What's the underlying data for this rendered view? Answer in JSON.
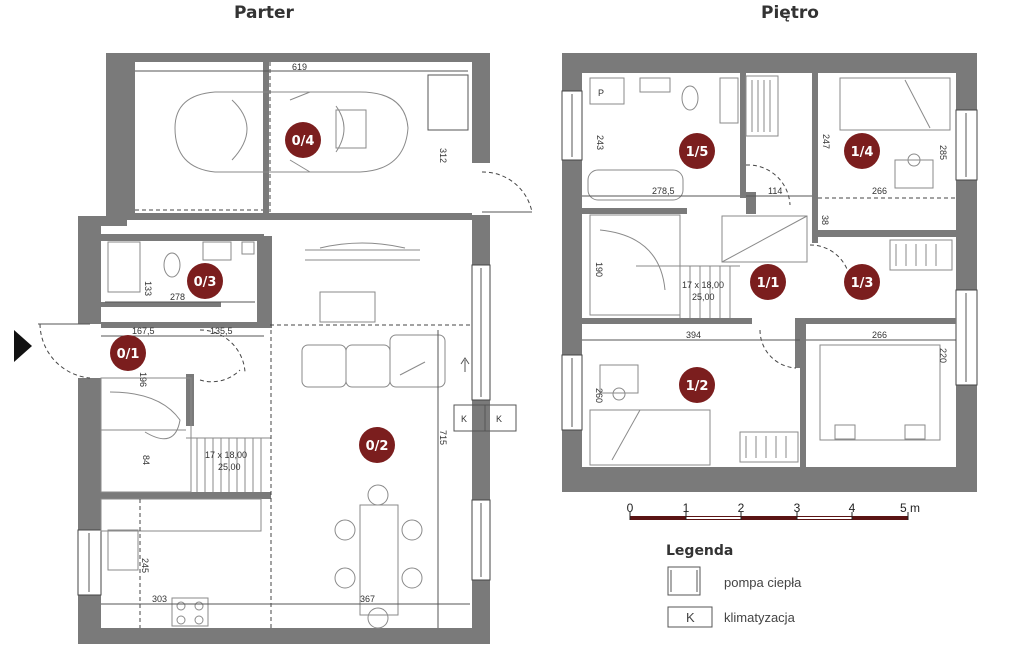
{
  "floors": {
    "ground_title": "Parter",
    "upper_title": "Piętro"
  },
  "rooms": {
    "r01": "0/1",
    "r02": "0/2",
    "r03": "0/3",
    "r04": "0/4",
    "r11": "1/1",
    "r12": "1/2",
    "r13": "1/3",
    "r14": "1/4",
    "r15": "1/5"
  },
  "dimensions": {
    "g_619": "619",
    "g_312": "312",
    "g_133": "133",
    "g_278": "278",
    "g_167": "167,5",
    "g_135": "135,5",
    "g_196": "196",
    "g_84": "84",
    "g_715": "715",
    "g_stair": "17 x 18,00",
    "g_stair2": "25,00",
    "g_245": "245",
    "g_303": "303",
    "g_367": "367",
    "u_243": "243",
    "u_278": "278,5",
    "u_114": "114",
    "u_247": "247",
    "u_285": "285",
    "u_266a": "266",
    "u_38": "38",
    "u_190": "190",
    "u_stair": "17 x 18,00",
    "u_stair2": "25,00",
    "u_394": "394",
    "u_266b": "266",
    "u_220": "220",
    "u_260": "260",
    "p_mark": "P",
    "k1": "K",
    "k2": "K"
  },
  "scale": {
    "ticks": [
      "0",
      "1",
      "2",
      "3",
      "4",
      "5 m"
    ]
  },
  "legend": {
    "title": "Legenda",
    "heat_pump": "pompa ciepła",
    "ac_label": "klimatyzacja",
    "ac_symbol": "K"
  },
  "colors": {
    "wall": "#7a7a7a",
    "badge": "#7b1e1e",
    "scale_dark": "#5a1414"
  }
}
